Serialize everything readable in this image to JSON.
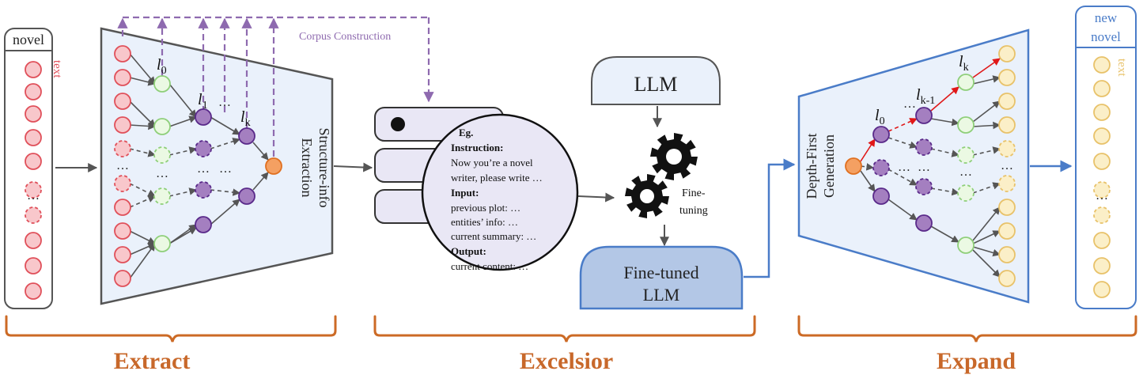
{
  "left_box": {
    "title": "novel",
    "side_label": "text"
  },
  "right_box": {
    "title_line1": "new",
    "title_line2": "novel",
    "side_label": "text"
  },
  "extract": {
    "trapezoid_label_line1": "Structure-info",
    "trapezoid_label_line2": "Extraction",
    "corpus_label": "Corpus Construction",
    "level_labels": [
      "l0",
      "l1",
      "lk"
    ],
    "ellipsis": "…"
  },
  "excelsior": {
    "example": {
      "title": "Eg.",
      "instruction_label": "Instruction:",
      "instruction_line1": "Now you’re a novel",
      "instruction_line2": "writer, please write …",
      "input_label": "Input:",
      "input_line1": "previous plot: …",
      "input_line2": "entities’ info: …",
      "input_line3": "current summary: …",
      "output_label": "Output:",
      "output_line1": "current content: …"
    },
    "llm_label": "LLM",
    "finetuning_line1": "Fine-",
    "finetuning_line2": "tuning",
    "finetuned_line1": "Fine-tuned",
    "finetuned_line2": "LLM"
  },
  "expand": {
    "trapezoid_label_line1": "Depth-First",
    "trapezoid_label_line2": "Generation",
    "level_labels": [
      "l0",
      "lk-1",
      "lk"
    ]
  },
  "stage_labels": [
    "Extract",
    "Excelsior",
    "Expand"
  ],
  "colors": {
    "red_node_fill": "#f8c7cb",
    "red_node_stroke": "#e0505a",
    "green_node_fill": "#ebf9e3",
    "green_node_stroke": "#8fcf7a",
    "purple_node_fill": "#a47fc0",
    "purple_node_stroke": "#5a2a8a",
    "orange_node_fill": "#f4a062",
    "orange_node_stroke": "#e07020",
    "yellow_node_fill": "#fbefc8",
    "yellow_node_stroke": "#e8c26a",
    "corpus_purple": "#8e6aaf",
    "blue_outline": "#4a7cc8",
    "panel_fill": "#eaf1fb",
    "brace_orange": "#cc6a25",
    "stage_text": "#c8682a"
  }
}
